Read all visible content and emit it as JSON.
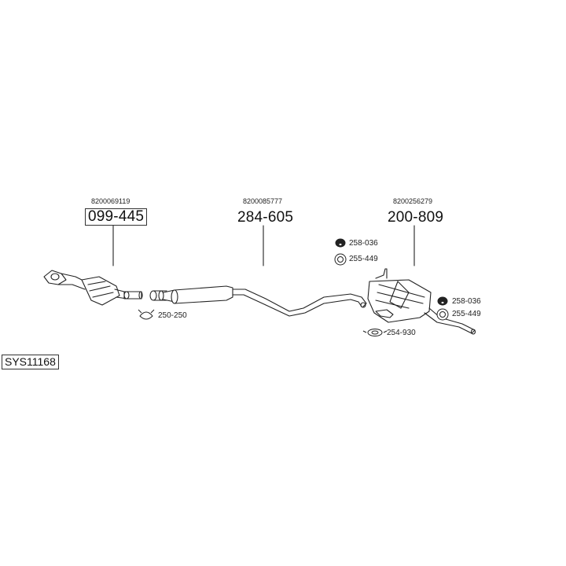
{
  "system_code": "SYS11168",
  "groups": [
    {
      "oem": "8200069119",
      "part": "099-445"
    },
    {
      "oem": "8200085777",
      "part": "284-605"
    },
    {
      "oem": "8200256279",
      "part": "200-809"
    }
  ],
  "accessories": [
    {
      "code": "250-250",
      "icon": "clamp-icon"
    },
    {
      "code": "258-036",
      "icon": "rubber-hanger-icon"
    },
    {
      "code": "255-449",
      "icon": "rubber-ring-icon"
    },
    {
      "code": "258-036",
      "icon": "rubber-hanger-icon"
    },
    {
      "code": "255-449",
      "icon": "rubber-ring-icon"
    },
    {
      "code": "254-930",
      "icon": "gasket-clamp-icon"
    }
  ]
}
